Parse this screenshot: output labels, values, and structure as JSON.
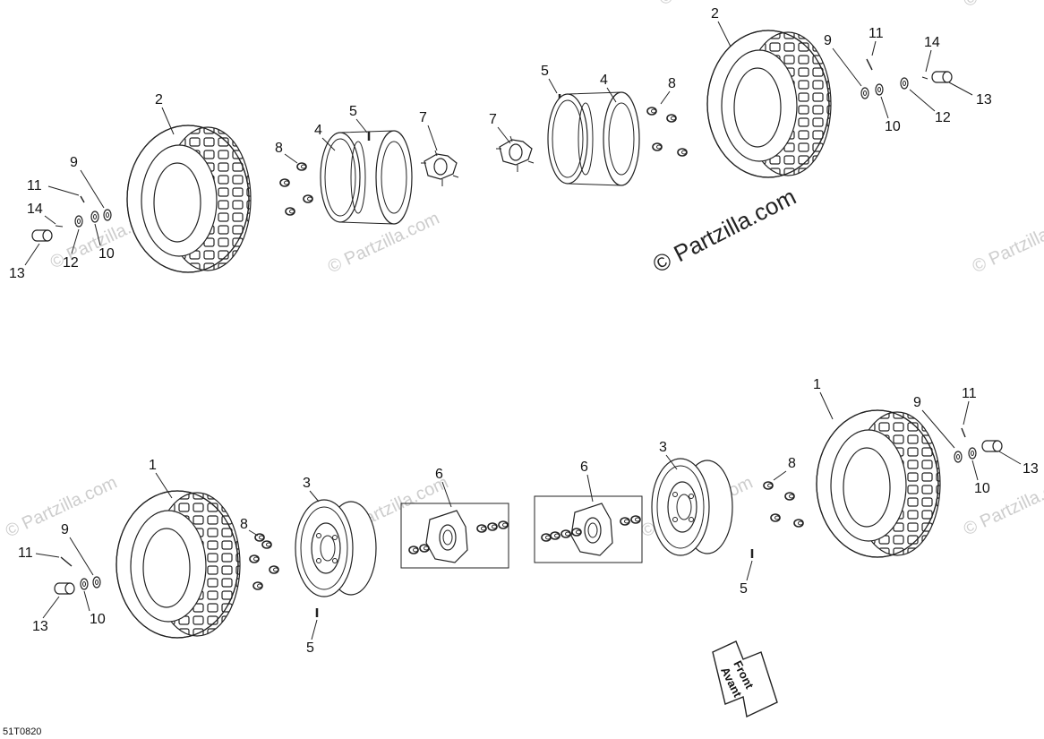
{
  "watermark": {
    "main": "© Partzilla.com",
    "faint": "© Partzilla.com"
  },
  "document_id": "51T0820",
  "direction_arrow": {
    "line1": "Front",
    "line2": "Avant"
  },
  "callouts": {
    "top_left_tire": "2",
    "top_left_cap": "13",
    "top_left_nut": "12",
    "top_left_pin": "14",
    "top_left_clip": "11",
    "top_left_washer9": "9",
    "top_left_nut10": "10",
    "top_left_lugnuts": "8",
    "top_left_rim": "4",
    "top_left_valve": "5",
    "top_left_hub": "7",
    "top_right_hub": "7",
    "top_right_valve": "5",
    "top_right_rim": "4",
    "top_right_lugnuts": "8",
    "top_right_tire": "2",
    "top_right_washer9": "9",
    "top_right_clip": "11",
    "top_right_nut10": "10",
    "top_right_pin": "14",
    "top_right_nut12": "12",
    "top_right_cap": "13",
    "bottom_left_tire": "1",
    "bottom_left_washer9": "9",
    "bottom_left_clip": "11",
    "bottom_left_nut10": "10",
    "bottom_left_cap": "13",
    "bottom_left_lugnuts": "8",
    "bottom_left_rim": "3",
    "bottom_left_valve": "5",
    "bottom_left_hub": "6",
    "bottom_right_hub": "6",
    "bottom_right_rim": "3",
    "bottom_right_valve": "5",
    "bottom_right_lugnuts": "8",
    "bottom_right_tire": "1",
    "bottom_right_washer9": "9",
    "bottom_right_clip": "11",
    "bottom_right_nut10": "10",
    "bottom_right_cap": "13"
  }
}
